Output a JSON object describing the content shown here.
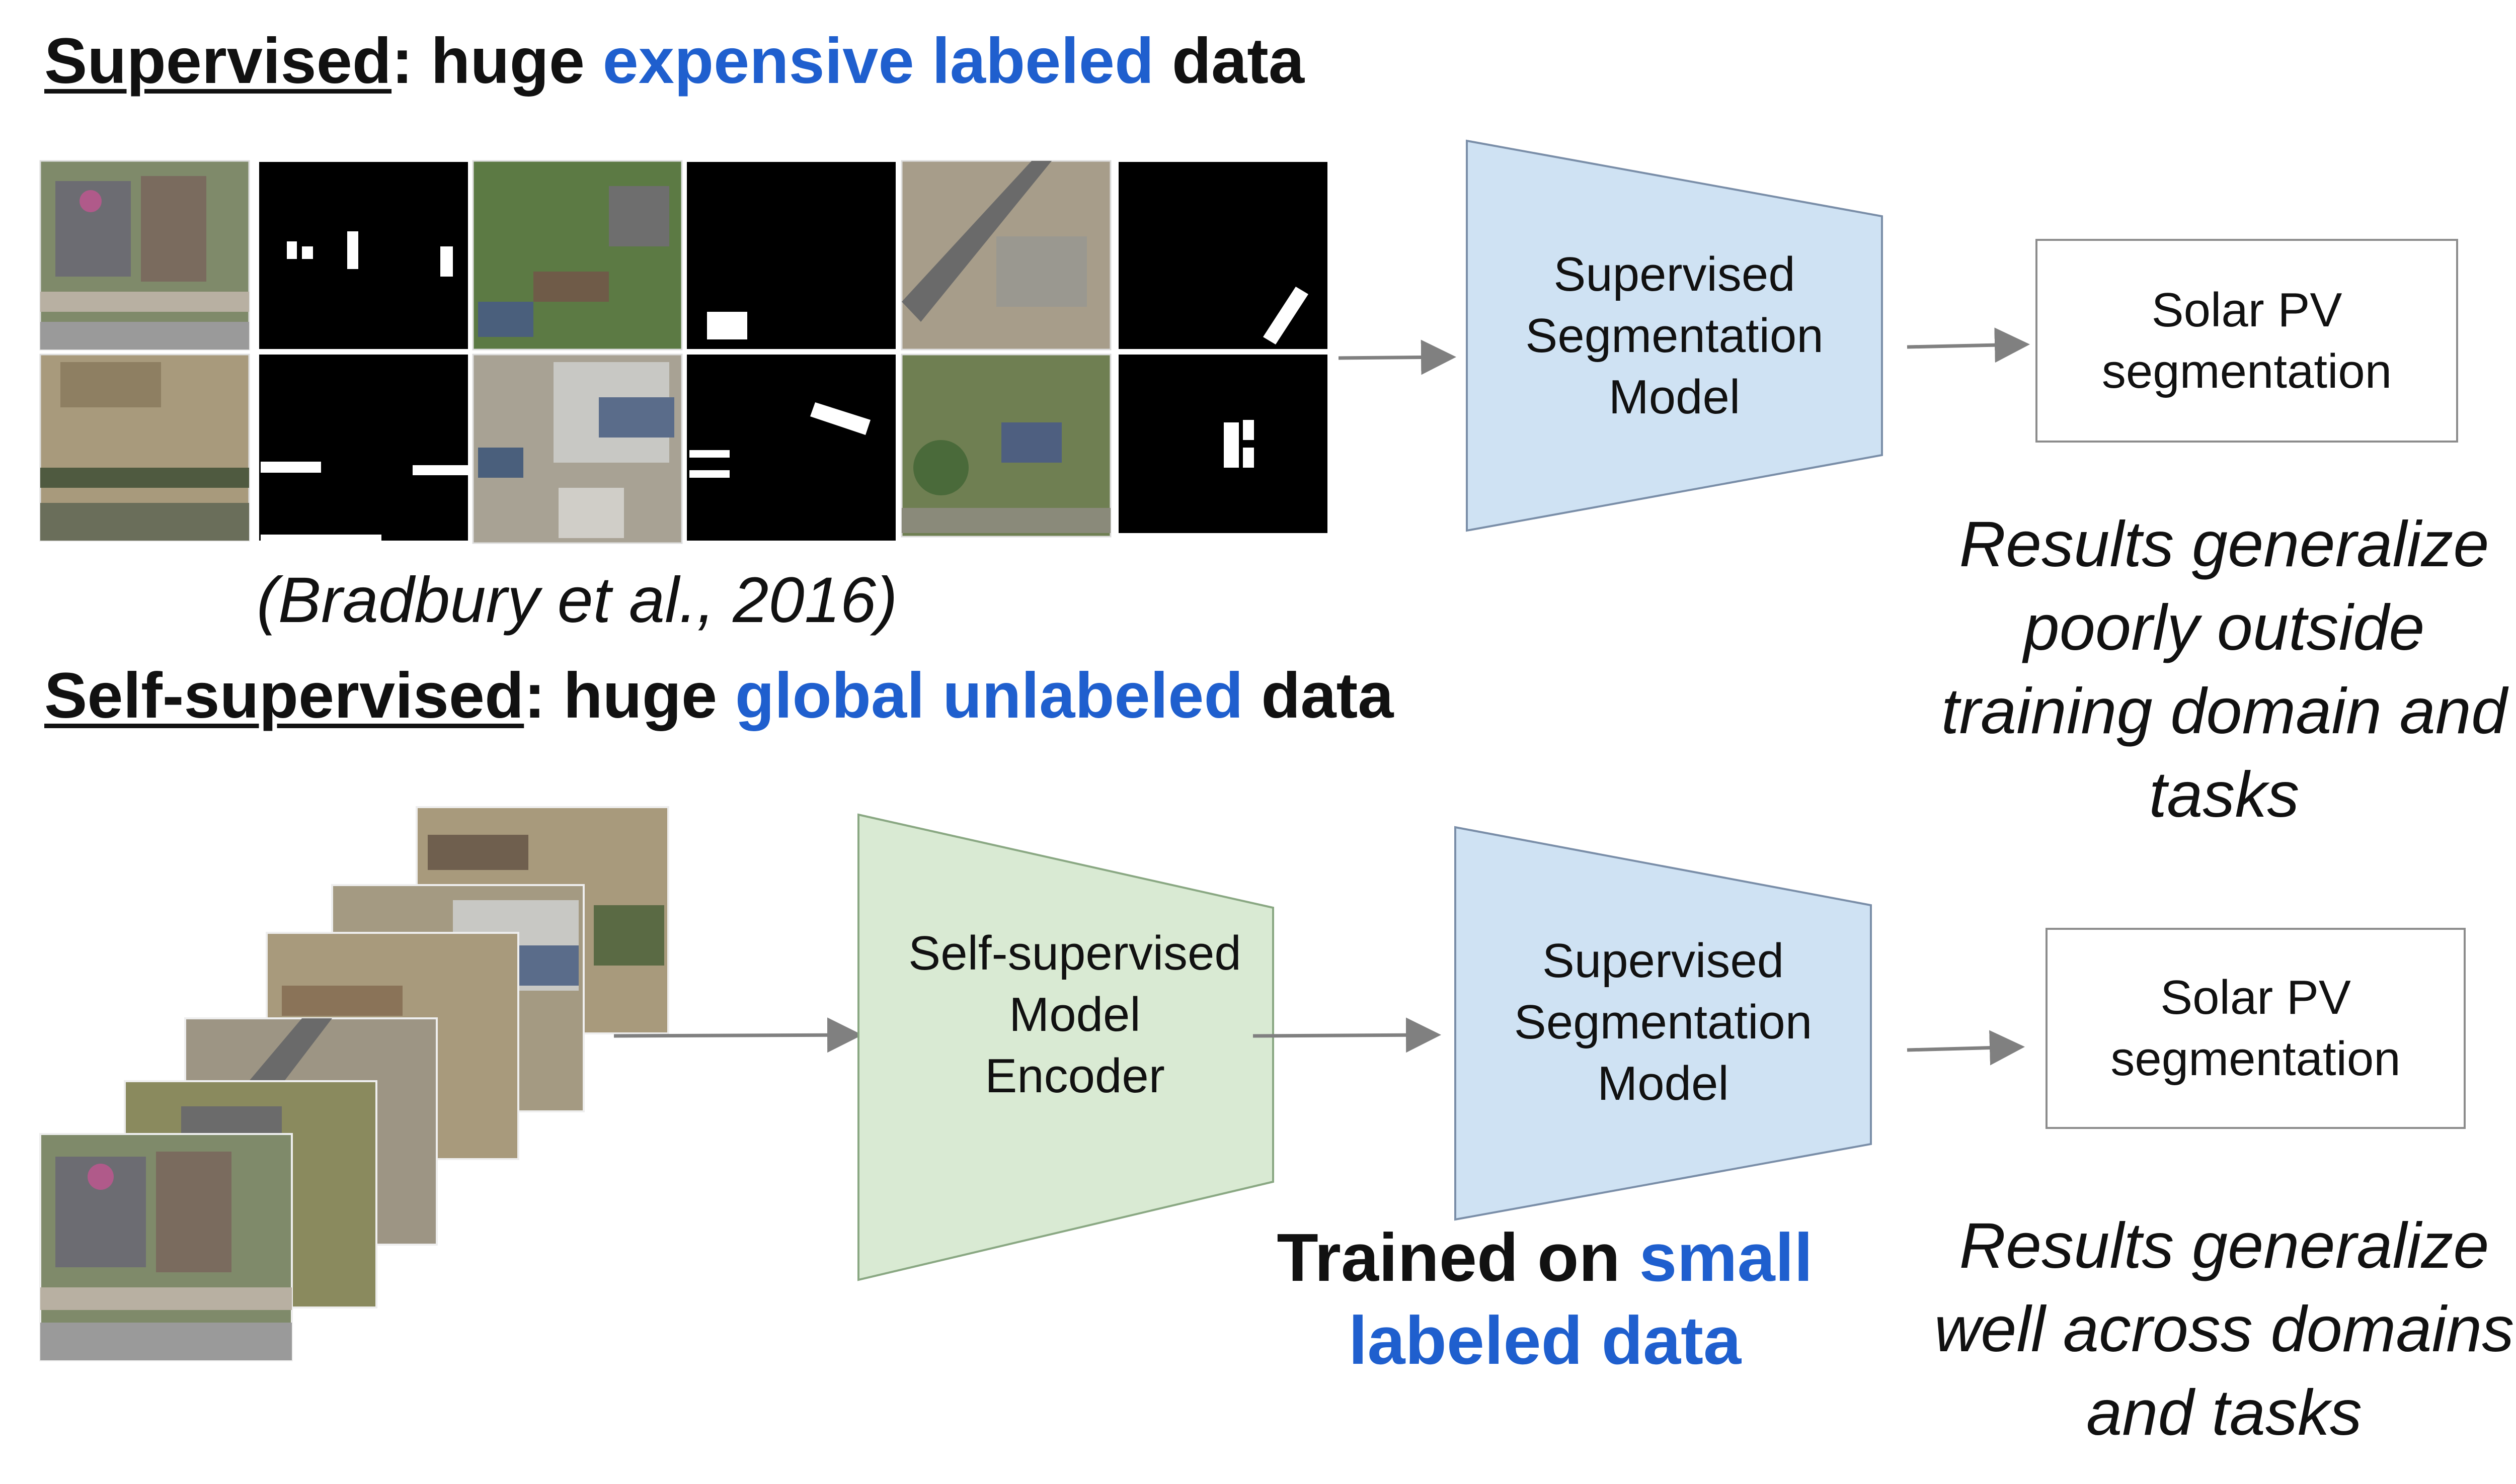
{
  "supervised": {
    "heading_term": "Supervised",
    "heading_mid": ": huge ",
    "heading_highlight": "expensive labeled",
    "heading_tail": " data",
    "citation": "(Bradbury et al., 2016)",
    "model_label": [
      "Supervised",
      "Segmentation",
      "Model"
    ],
    "output_label": [
      "Solar PV",
      "segmentation"
    ],
    "result_note": [
      "Results generalize",
      "poorly outside",
      "training  domain and",
      "tasks"
    ]
  },
  "self_supervised": {
    "heading_term": "Self-supervised",
    "heading_mid": ": huge ",
    "heading_highlight": "global unlabeled",
    "heading_tail": " data",
    "encoder_label": [
      "Self-supervised",
      "Model",
      "Encoder"
    ],
    "model_label": [
      "Supervised",
      "Segmentation",
      "Model"
    ],
    "output_label": [
      "Solar PV",
      "segmentation"
    ],
    "trained_prefix": "Trained on ",
    "trained_highlight_1": "small",
    "trained_highlight_2": "labeled data",
    "result_note": [
      "Results generalize",
      "well across domains",
      "and tasks"
    ]
  },
  "colors": {
    "highlight": "#1f5fce",
    "supervised_model_fill": "#cfe2f3",
    "encoder_fill": "#d9ead3",
    "trapezoid_stroke": "#7a8ea8",
    "arrow": "#808080"
  }
}
